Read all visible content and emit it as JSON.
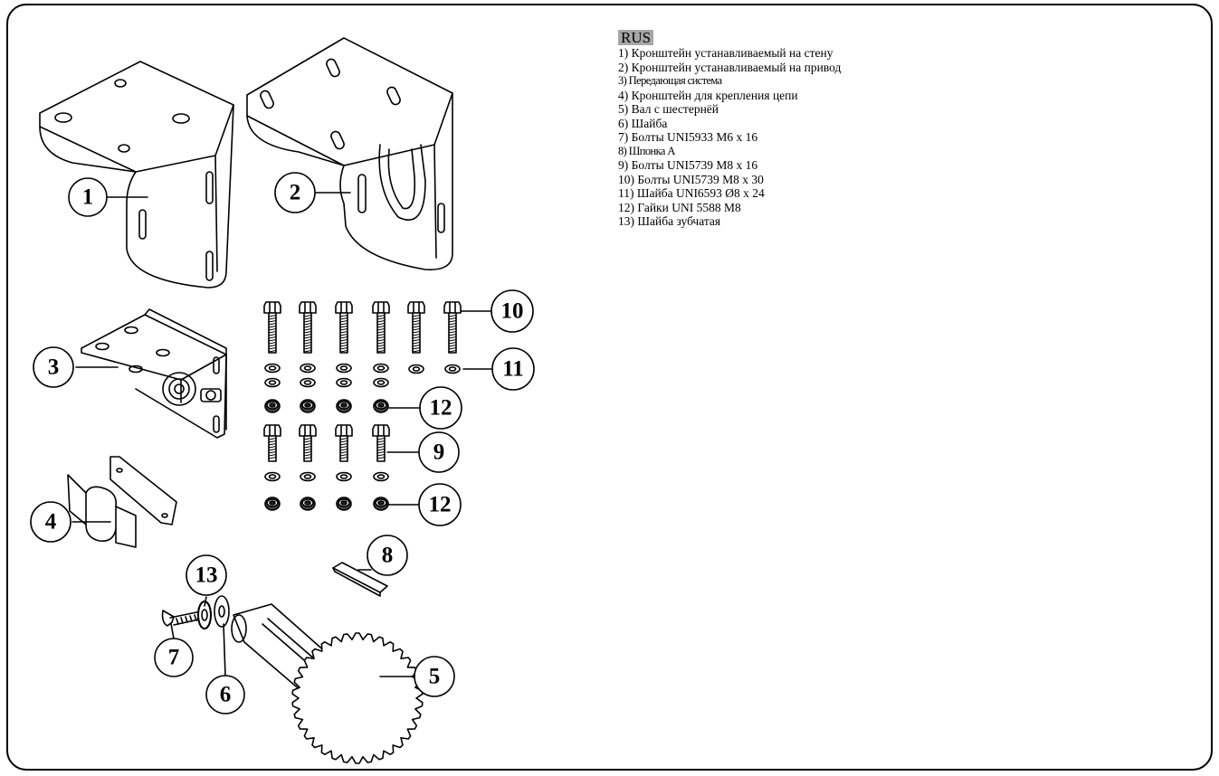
{
  "legend": {
    "language": "RUS",
    "items": [
      {
        "text": "1) Кронштейн устанавливаемый на стену",
        "condensed": false
      },
      {
        "text": "2) Кронштейн устанавливаемый на привод",
        "condensed": false
      },
      {
        "text": "3) Передающая система",
        "condensed": true
      },
      {
        "text": "4) Кронштейн для крепления цепи",
        "condensed": false
      },
      {
        "text": "5) Вал с шестернёй",
        "condensed": false
      },
      {
        "text": "6) Шайба",
        "condensed": false
      },
      {
        "text": "7) Болты UNI5933 M6 x 16",
        "condensed": false
      },
      {
        "text": "8) Шпонка A",
        "condensed": true
      },
      {
        "text": "9) Болты UNI5739 M8 x 16",
        "condensed": false
      },
      {
        "text": "10) Болты UNI5739 M8 x 30",
        "condensed": false
      },
      {
        "text": "11) Шайба UNI6593 Ø8 x 24",
        "condensed": false
      },
      {
        "text": "12) Гайки UNI 5588 M8",
        "condensed": false
      },
      {
        "text": "13) Шайба зубчатая",
        "condensed": false
      }
    ]
  },
  "callouts": [
    "1",
    "2",
    "3",
    "4",
    "5",
    "6",
    "7",
    "8",
    "9",
    "10",
    "11",
    "12",
    "12",
    "13"
  ]
}
